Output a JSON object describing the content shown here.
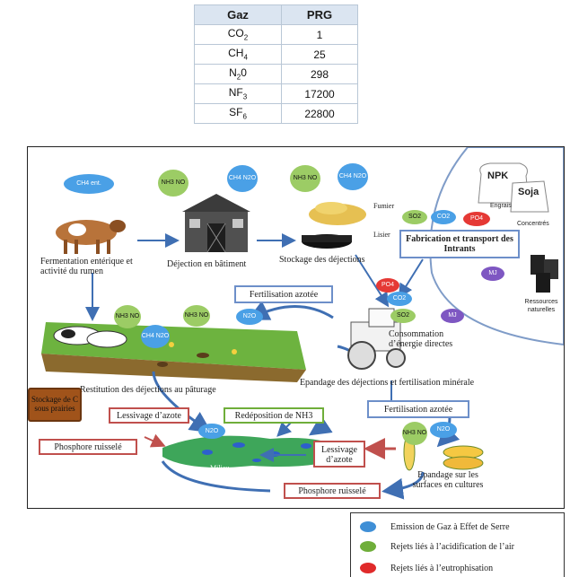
{
  "table": {
    "headers": [
      "Gaz",
      "PRG"
    ],
    "rows": [
      {
        "gas_base": "CO",
        "gas_sub": "2",
        "value": "1"
      },
      {
        "gas_base": "CH",
        "gas_sub": "4",
        "value": "25"
      },
      {
        "gas_base": "N",
        "gas_sub": "2",
        "gas_tail": "0",
        "value": "298"
      },
      {
        "gas_base": "NF",
        "gas_sub": "3",
        "value": "17200"
      },
      {
        "gas_base": "SF",
        "gas_sub": "6",
        "value": "22800"
      }
    ]
  },
  "diagram": {
    "clouds": {
      "ch4_ent": "CH4 ent.",
      "barn_green": "NH3 NO",
      "barn_blue": "CH4 N2O",
      "storage_green": "NH3 NO",
      "storage_blue": "CH4 N2O",
      "pasture_green": "NH3 NO",
      "pasture_blue": "CH4 N2O",
      "fert_green": "NH3 NO",
      "fert_blue": "N2O",
      "spread_red": "PO4",
      "spread_blue1": "CO2",
      "spread_green": "SO2",
      "spread_purple": "MJ",
      "inputs_green": "SO2",
      "inputs_blue": "CO2",
      "inputs_red": "PO4",
      "inputs_purple": "MJ",
      "water_blue": "N2O",
      "crops_green": "NH3 NO",
      "crops_blue": "N2O"
    },
    "labels": {
      "fermentation": "Fermentation entérique et activité du rumen",
      "dejection_batiment": "Déjection en bâtiment",
      "stockage": "Stockage des déjections",
      "fumier": "Fumier",
      "lisier": "Lisier",
      "npk": "NPK",
      "engrais": "Engrais",
      "soja": "Soja",
      "concentres": "Concentrés",
      "ressources": "Ressources naturelles",
      "fabrication": "Fabrication et transport des Intrants",
      "consommation": "Consommation d’énergie directes",
      "epandage_dej": "Epandage des déjections et fertilisation minérale",
      "restitution": "Restitution des déjections au pâturage",
      "stockage_c": "Stockage de C sous prairies",
      "epandage_cult": "Epandage sur les surfaces en cultures",
      "milieu": "Milieu"
    },
    "boxes": {
      "fert_azotee_1": "Fertilisation azotée",
      "fert_azotee_2": "Fertilisation azotée",
      "lessivage_1": "Lessivage d’azote",
      "lessivage_2": "Lessivage d’azote",
      "redeposition": "Redéposition de NH3",
      "phosphore_1": "Phosphore ruisselé",
      "phosphore_2": "Phosphore ruisselé"
    }
  },
  "legend": {
    "items": [
      {
        "color": "#3f8fd6",
        "text": "Emission de Gaz à Effet de Serre"
      },
      {
        "color": "#6fae3a",
        "text": "Rejets liés à l’acidification de l’air"
      },
      {
        "color": "#e02a2a",
        "text": "Rejets liés à l’eutrophisation"
      }
    ]
  },
  "colors": {
    "table_header": "#dbe5f1",
    "box_blue": "#6d8fc9",
    "box_red": "#c0504d",
    "box_green": "#6fae3a"
  }
}
